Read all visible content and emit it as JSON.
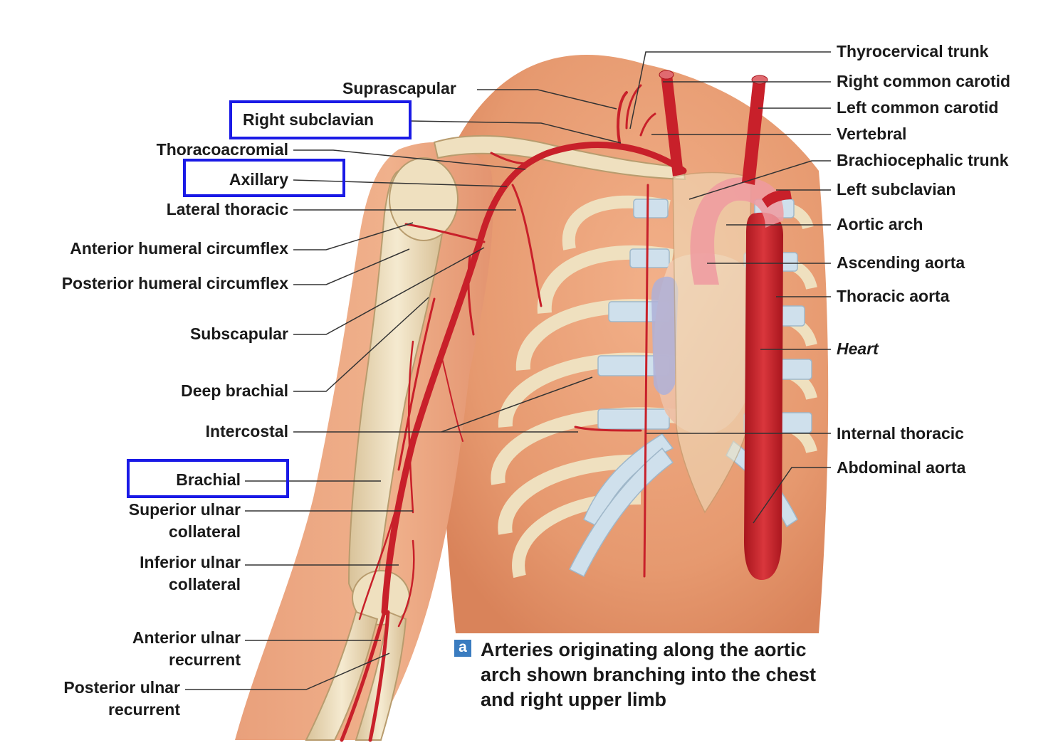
{
  "labels_left": {
    "suprascapular": "Suprascapular",
    "right_subclavian": "Right subclavian",
    "thoracoacromial": "Thoracoacromial",
    "axillary": "Axillary",
    "lateral_thoracic": "Lateral thoracic",
    "anterior_humeral_circumflex": "Anterior humeral circumflex",
    "posterior_humeral_circumflex": "Posterior humeral circumflex",
    "subscapular": "Subscapular",
    "deep_brachial": "Deep brachial",
    "intercostal": "Intercostal",
    "brachial": "Brachial",
    "superior_ulnar_collateral": [
      "Superior ulnar",
      "collateral"
    ],
    "inferior_ulnar_collateral": [
      "Inferior ulnar",
      "collateral"
    ],
    "anterior_ulnar_recurrent": [
      "Anterior ulnar",
      "recurrent"
    ],
    "posterior_ulnar_recurrent": [
      "Posterior ulnar",
      "recurrent"
    ]
  },
  "labels_right": {
    "thyrocervical_trunk": "Thyrocervical trunk",
    "right_common_carotid": "Right common carotid",
    "left_common_carotid": "Left common carotid",
    "vertebral": "Vertebral",
    "brachiocephalic_trunk": "Brachiocephalic trunk",
    "left_subclavian": "Left subclavian",
    "aortic_arch": "Aortic arch",
    "ascending_aorta": "Ascending aorta",
    "thoracic_aorta": "Thoracic aorta",
    "heart": "Heart",
    "internal_thoracic": "Internal thoracic",
    "abdominal_aorta": "Abdominal aorta"
  },
  "caption": {
    "badge": "a",
    "lines": [
      "Arteries originating along the aortic",
      "arch shown branching into the chest",
      "and right upper limb"
    ]
  },
  "highlighted": [
    "Right subclavian",
    "Axillary",
    "Brachial"
  ],
  "colors": {
    "highlight_box": "#1a1ae6",
    "artery": "#c8202a",
    "skin": "#e8a07a",
    "bone": "#efe0bf",
    "cartilage": "#cfe0ec",
    "leader_line": "#333333",
    "badge": "#3a7cc0"
  }
}
